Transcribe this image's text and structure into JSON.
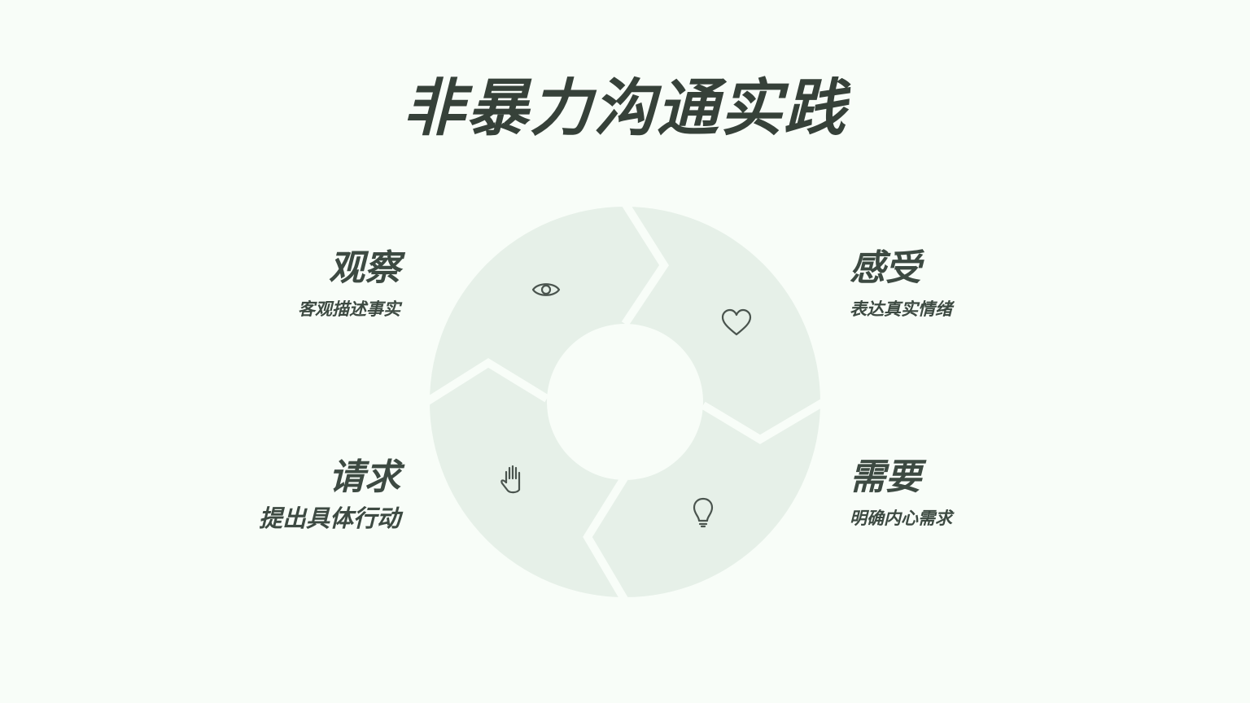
{
  "title": "非暴力沟通实践",
  "colors": {
    "background": "#f8fdf8",
    "segment_fill": "#e6f0e8",
    "segment_gap": "#ffffff",
    "text": "#3d4a42",
    "icon": "#4a544e"
  },
  "steps": [
    {
      "key": "observe",
      "title": "观察",
      "subtitle": "客观描述事实",
      "icon": "eye-icon"
    },
    {
      "key": "feel",
      "title": "感受",
      "subtitle": "表达真实情绪",
      "icon": "heart-icon"
    },
    {
      "key": "need",
      "title": "需要",
      "subtitle": "明确内心需求",
      "icon": "lightbulb-icon"
    },
    {
      "key": "request",
      "title": "请求",
      "subtitle": "提出具体行动",
      "icon": "hand-icon"
    }
  ]
}
